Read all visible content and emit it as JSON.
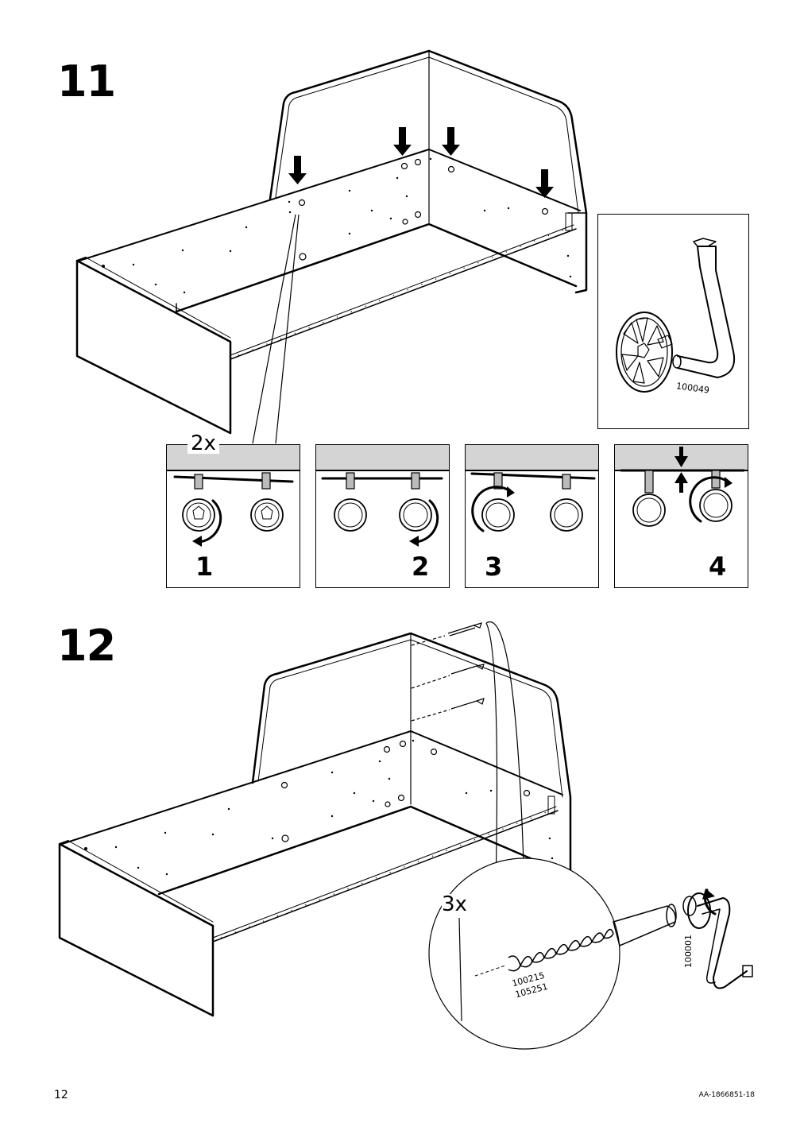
{
  "steps": [
    {
      "number": "11",
      "tool_part": "100049",
      "quantity": "2x",
      "substeps": [
        "1",
        "2",
        "3",
        "4"
      ]
    },
    {
      "number": "12",
      "quantity": "3x",
      "screw_parts": [
        "100215",
        "105251"
      ],
      "tool_part": "100001"
    }
  ],
  "footer": {
    "page_number": "12",
    "document_code": "AA-1866851-18"
  }
}
